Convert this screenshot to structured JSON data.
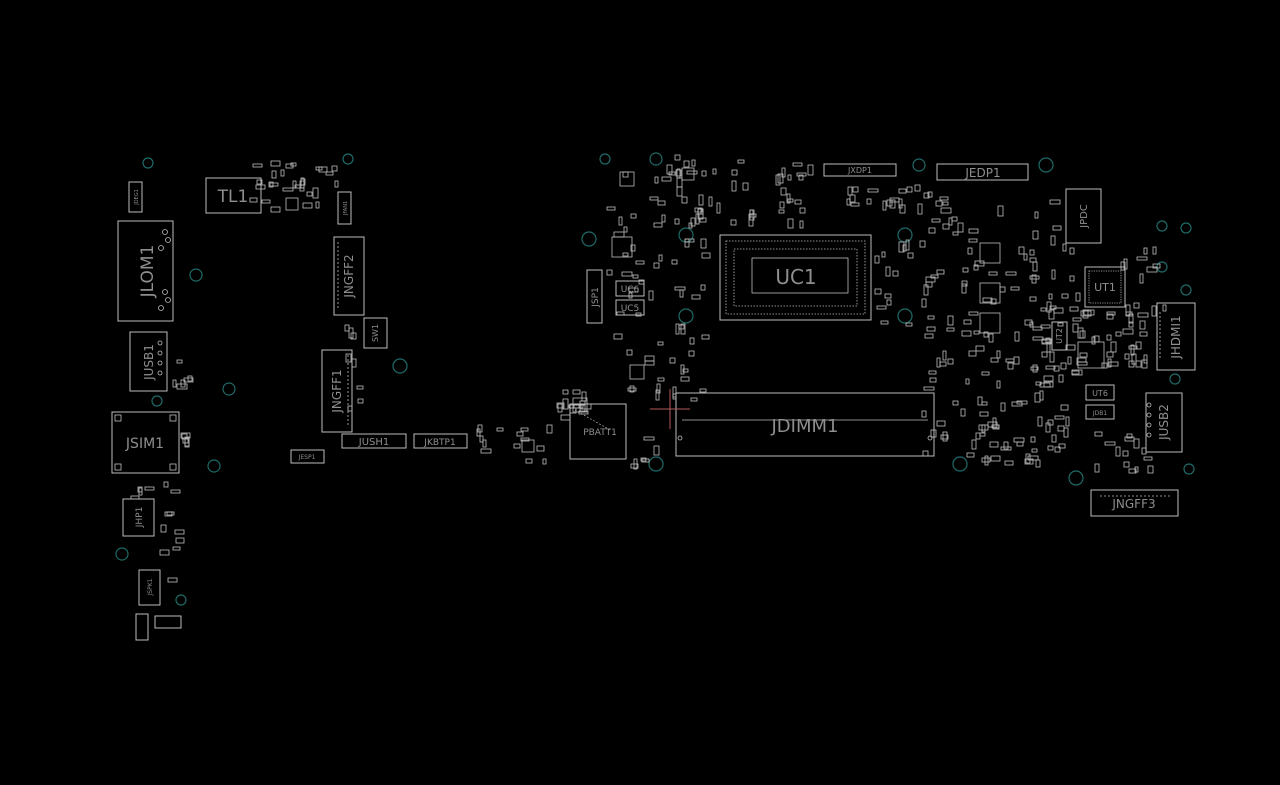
{
  "view": {
    "background": "#000000",
    "outline_color": "#bdbdbd",
    "label_color": "#8e8e8e",
    "hole_color": "#1f6a68",
    "crosshair_color": "#b45a5a"
  },
  "components": {
    "TL1": "TL1",
    "JDEG1": "JDEG1",
    "JLOM1": "JLOM1",
    "JUSB1": "JUSB1",
    "JSIM1": "JSIM1",
    "JHP1": "JHP1",
    "JSPK1": "JSPK1",
    "JFAN1": "JFAN1",
    "JNGFF2": "JNGFF2",
    "SW1": "SW1",
    "JNGFF1": "JNGFF1",
    "JESP1": "JESP1",
    "JUSH1": "JUSH1",
    "JKBTP1": "JKBTP1",
    "JSP1": "JSP1",
    "UC6": "UC6",
    "UC5": "UC5",
    "PBATT1": "PBATT1",
    "UC1": "UC1",
    "JXDP1": "JXDP1",
    "JEDP1": "JEDP1",
    "JDIMM1": "JDIMM1",
    "JPDC1": "JPDC",
    "UT1": "UT1",
    "UT2": "UT2",
    "JHDMI1": "JHDMI1",
    "UT6": "UT6",
    "JDB1": "JDB1",
    "JUSB2": "JUSB2",
    "JNGFF3": "JNGFF3"
  }
}
